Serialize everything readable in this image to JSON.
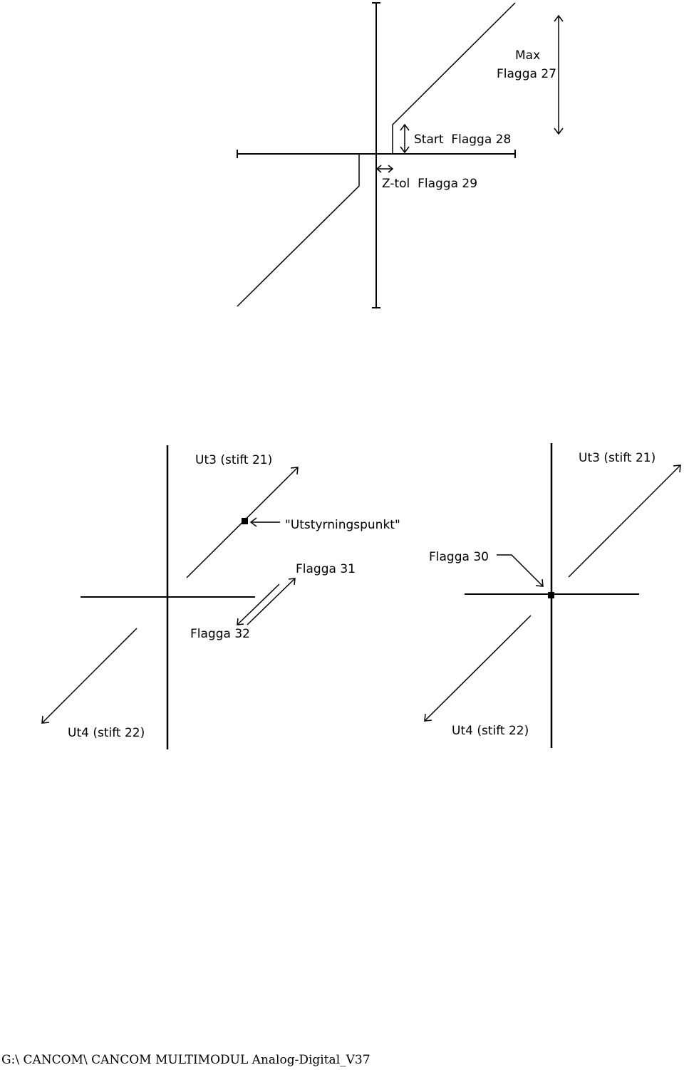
{
  "diagram1": {
    "max_label": "Max",
    "max_flag": "Flagga 27",
    "start_label": "Start  Flagga 28",
    "ztol_label": "Z-tol  Flagga 29"
  },
  "diagram2": {
    "ut3_label": "Ut3 (stift 21)",
    "ut4_label": "Ut4 (stift 22)",
    "point_label": "\"Utstyrningspunkt\"",
    "flag31_label": "Flagga 31",
    "flag32_label": "Flagga 32"
  },
  "diagram3": {
    "ut3_label": "Ut3 (stift 21)",
    "ut4_label": "Ut4 (stift 22)",
    "flag30_label": "Flagga 30"
  },
  "footer": {
    "path": "G:\\ CANCOM\\ CANCOM MULTIMODUL Analog-Digital_V37"
  }
}
